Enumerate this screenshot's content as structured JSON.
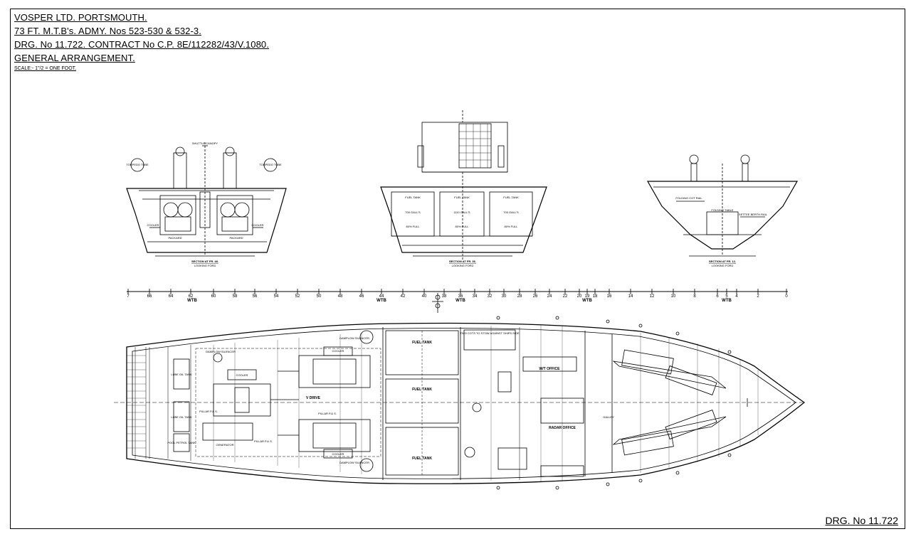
{
  "title_block": {
    "line1": "VOSPER   LTD.   PORTSMOUTH.",
    "line2": "73 FT.  M.T.B's.  ADMY.  Nos  523-530 & 532-3.",
    "line3": "DRG. No  11.722.  CONTRACT  No  C.P. 8E/112282/43/V.1080.",
    "line4": "GENERAL ARRANGEMENT.",
    "scale": "SCALE:- 1\"/2 = ONE  FOOT."
  },
  "drawing_number": "DRG.  No   11.722",
  "sections": [
    {
      "caption": "SECTION AT FR. 48.",
      "sub": "LOOKING FORD"
    },
    {
      "caption": "SECTION AT FR. 36.",
      "sub": "LOOKING FORD"
    },
    {
      "caption": "SECTION AT FR. 12.",
      "sub": "LOOKING FORD"
    }
  ],
  "section_labels": {
    "s1": [
      "TORPEDO TUBE",
      "TORPEDO TUBE",
      "COOLER",
      "COOLER",
      "PACKARD",
      "PACKARD",
      "SHUTTLE CANOPY"
    ],
    "s2": [
      "FUEL TANK",
      "FUEL TANK",
      "FUEL TANK",
      "700 GALL'S",
      "1110 GALL'S",
      "700 GALL'S",
      "80% FULL",
      "80% FULL",
      "80% FULL"
    ],
    "s3": [
      "FOLDING COT RAIL",
      "FOLDING TABLE",
      "SETTEE BERTH RAIL"
    ]
  },
  "frame_scale": {
    "ticks": [
      "7",
      "66",
      "64",
      "62",
      "60",
      "58",
      "56",
      "54",
      "52",
      "50",
      "48",
      "46",
      "44",
      "42",
      "40",
      "38",
      "36",
      "34",
      "32",
      "30",
      "28",
      "26",
      "24",
      "22",
      "20",
      "19",
      "18",
      "16",
      "14",
      "12",
      "10",
      "8",
      "6",
      "5",
      "4",
      "2",
      "0"
    ],
    "wtb_labels": [
      "WTB",
      "WTB",
      "WTB",
      "WTB",
      "WTB"
    ]
  },
  "plan_labels": {
    "fuel1": "FUEL   TANK",
    "fuel2": "FUEL   TANK",
    "fuel3": "FUEL   TANK",
    "cots": "TWO  COTS  TO  STOW  AGAINST  SHIPS  SIDE",
    "wt_office": "W/T  OFFICE",
    "radar": "RADAR  OFFICE",
    "v_drive": "V  DRIVE",
    "generator": "GENERATOR",
    "cooler1": "COOLER",
    "cooler2": "COOLER",
    "cooler3": "COOLER",
    "silencer1": "DAMPLOW SILENCER",
    "silencer2": "DAMPLOW SILENCER",
    "silencer3": "DAMPLOW SILENCER",
    "lube1": "LUBE OIL TANK",
    "lube2": "LUBE OIL TANK",
    "pool": "POOL PETROL TANK",
    "pillar1": "PILLAR P.& S.",
    "pillar2": "PILLAR P.& S.",
    "pillar3": "PILLAR P.& S.",
    "galley": "GALLEY"
  }
}
